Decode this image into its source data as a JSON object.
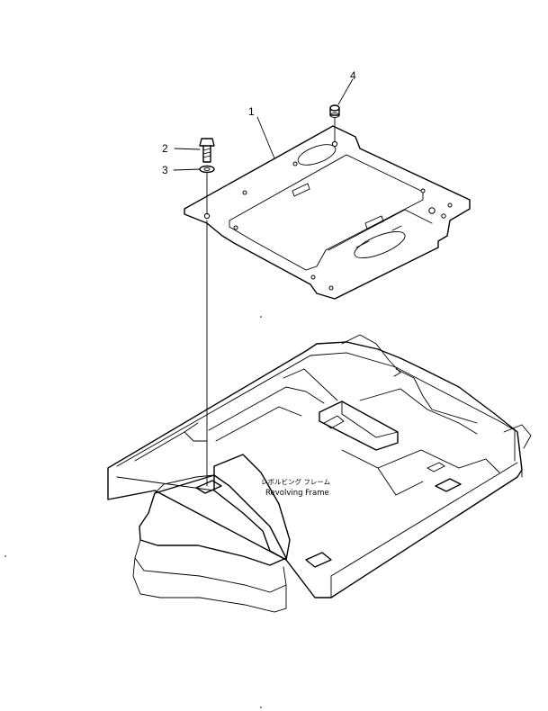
{
  "callouts": [
    {
      "number": "1",
      "part": "plate"
    },
    {
      "number": "2",
      "part": "bolt"
    },
    {
      "number": "3",
      "part": "washer"
    },
    {
      "number": "4",
      "part": "grommet"
    }
  ],
  "frame_label": {
    "japanese": "レボルビング フレーム",
    "english": "Revolving Frame"
  }
}
